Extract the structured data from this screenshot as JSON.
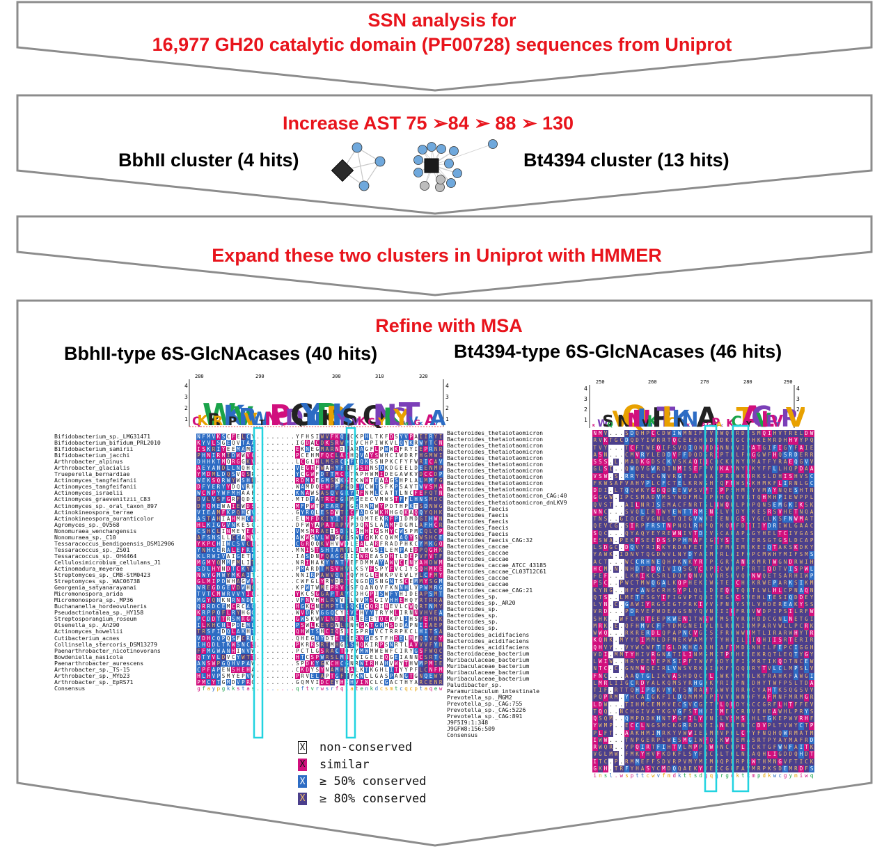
{
  "stage1": {
    "line1": "SSN analysis for",
    "line2": "16,977  GH20 catalytic domain (PF00728) sequences from Uniprot"
  },
  "stage2": {
    "title": "Increase AST 75 ➢84 ➢ 88 ➢ 130",
    "left_cluster": "BbhII cluster (4 hits)",
    "right_cluster": "Bt4394 cluster (13 hits)"
  },
  "stage3": {
    "title": "Expand these two clusters in Uniprot with HMMER"
  },
  "stage4": {
    "title": "Refine with MSA",
    "left_heading": "BbhII-type 6S-GlcNAcases (40 hits)",
    "right_heading": "Bt4394-type 6S-GlcNAcases (46 hits)"
  },
  "colors": {
    "arrow_outline": "#8c8c8c",
    "title_red": "#e8141c",
    "node_blue": "#6fa8dc",
    "node_gray": "#bdbdbd",
    "similar": "#d10f7d",
    "conserved50": "#2d6cc4",
    "conserved80": "#4b3f8c",
    "highlight_box": "#22d3e0"
  },
  "left_logo": {
    "ticks": [
      "280",
      "290",
      "300",
      "310",
      "320"
    ],
    "yaxis": [
      "4",
      "3",
      "2",
      "1"
    ]
  },
  "right_logo": {
    "ticks": [
      "250",
      "260",
      "270",
      "280",
      "290"
    ],
    "yaxis": [
      "4",
      "3",
      "2",
      "1"
    ]
  },
  "left_alignment": {
    "names": [
      "Bifidobacterium_sp._LMG31471",
      "Bifidobacterium_bifidum_PRL2010",
      "Bifidobacterium_samirii",
      "Bifidobacterium_jacchi",
      "Arthrobacter_alpinus",
      "Arthrobacter_glacialis",
      "Trueperella_bernardiae",
      "Actinomyces_tangfeifanii",
      "Actinomyces_tangfeifanii",
      "Actinomyces_israelii",
      "Actinomyces_graevenitzii_C83",
      "Actinomyces_sp._oral_taxon_897",
      "Actinokineospora_terrae",
      "Actinokineospora_auranticolor",
      "Agromyces_sp._OV568",
      "Nonomuraea_wenchangensis",
      "Nonomuraea_sp._C10",
      "Tessaracoccus_bendigoensis_DSM12906",
      "Tessaracoccus_sp._ZS01",
      "Tessaracoccus_sp._OH4464",
      "Cellulosimicrobium_cellulans_J1",
      "Actinomadura_meyerae",
      "Streptomyces_sp._CMB-StM0423",
      "Streptomyces_sp._WAC06738",
      "Georgenia_satyanarayanai",
      "Micromonospora_arida",
      "Micromonospora_sp._MP36",
      "Buchananella_hordeovulneris",
      "Pseudactinotalea_sp._HY158",
      "Streptosporangium_roseum",
      "Olsenella_sp._An290",
      "Actinomyces_howellii",
      "Cutibacterium_acnes",
      "Collinsella_stercoris_DSM13279",
      "Paenarthrobacter_nicotinovorans",
      "Bowdeniella_nasicola",
      "Paenarthrobacter_aurescens",
      "Arthrobacter_sp._TS-15",
      "Arthrobacter_sp._MYb23",
      "Arthrobacter_sp._EpRS71",
      "Consensus"
    ],
    "mid_names": [
      "Bacteroides_thetaiotaomicron",
      "Bacteroides_thetaiotaomicron",
      "Bacteroides_thetaiotaomicron",
      "Bacteroides_thetaiotaomicron",
      "Bacteroides_thetaiotaomicron",
      "Bacteroides_thetaiotaomicron",
      "Bacteroides_thetaiotaomicron",
      "Bacteroides_thetaiotaomicron",
      "Bacteroides_thetaiotaomicron",
      "Bacteroides_thetaiotaomicron",
      "Bacteroides_thetaiotaomicron_CAG:40",
      "Bacteroides_thetaiotaomicron_dnLKV9",
      "Bacteroides_faecis",
      "Bacteroides_faecis",
      "Bacteroides_faecis",
      "Bacteroides_faecis",
      "Bacteroides_faecis",
      "Bacteroides_faecis_CAG:32",
      "Bacteroides_caccae",
      "Bacteroides_caccae",
      "Bacteroides_caccae",
      "Bacteroides_caccae_ATCC_43185",
      "Bacteroides_caccae_CL03T12C61",
      "Bacteroides_caccae",
      "Bacteroides_caccae",
      "Bacteroides_caccae_CAG:21",
      "Bacteroides_sp.",
      "Bacteroides_sp._AR20",
      "Bacteroides_sp.",
      "Bacteroides_sp.",
      "Bacteroides_sp.",
      "Bacteroides_sp.",
      "Bacteroides_acidifaciens",
      "Bacteroides_acidifaciens",
      "Bacteroides_acidifaciens",
      "Bacteroidaceae_bacterium",
      "Muribaculaceae_bacterium",
      "Muribaculaceae_bacterium",
      "Muribaculaceae_bacterium",
      "Muribaculaceae_bacterium",
      "Paludibacter_sp.",
      "Paramuribaculum_intestinale",
      "Prevotella_sp._MGM2",
      "Prevotella_sp._CAG:755",
      "Prevotella_sp._CAG:5226",
      "Prevotella_sp._CAG:891",
      "J9F5I9:1:348",
      "J9GFW8:156:509",
      "Consensus"
    ]
  },
  "legend": [
    {
      "mark": "X",
      "label": "non-conserved"
    },
    {
      "mark": "X",
      "label": "similar"
    },
    {
      "mark": "X",
      "label": "≥ 50% conserved"
    },
    {
      "mark": "X",
      "label": "≥ 80% conserved"
    }
  ]
}
